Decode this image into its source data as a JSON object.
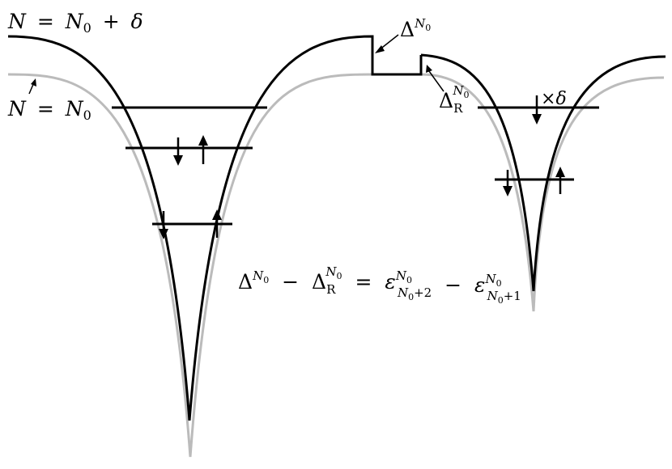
{
  "labels": {
    "top_left": {
      "N": "N",
      "eq": "=",
      "N0": "N",
      "N0_sub": "0",
      "plus": "+",
      "delta": "δ"
    },
    "left_mid": {
      "N": "N",
      "eq": "=",
      "N0": "N",
      "N0_sub": "0"
    },
    "delta_top": {
      "base": "Δ",
      "sup_N": "N",
      "sup_sub": "0"
    },
    "delta_R": {
      "base": "Δ",
      "sub": "R",
      "sup_N": "N",
      "sup_sub": "0"
    },
    "times_delta": {
      "times": "×",
      "delta": "δ"
    }
  },
  "equation": {
    "d1": "Δ",
    "d1_supN": "N",
    "d1_supsub": "0",
    "minus1": "−",
    "d2": "Δ",
    "d2_sub": "R",
    "d2_supN": "N",
    "d2_supsub": "0",
    "eq": "=",
    "e1": "ε",
    "e1_supN": "N",
    "e1_supsub": "0",
    "e1_subN": "N",
    "e1_subsub": "0",
    "e1_subtail": "+2",
    "minus2": "−",
    "e2": "ε",
    "e2_supN": "N",
    "e2_supsub": "0",
    "e2_subN": "N",
    "e2_subsub": "0",
    "e2_subtail": "+1"
  },
  "colors": {
    "curve_black": "#000000",
    "curve_gray": "#bbbbbb"
  }
}
